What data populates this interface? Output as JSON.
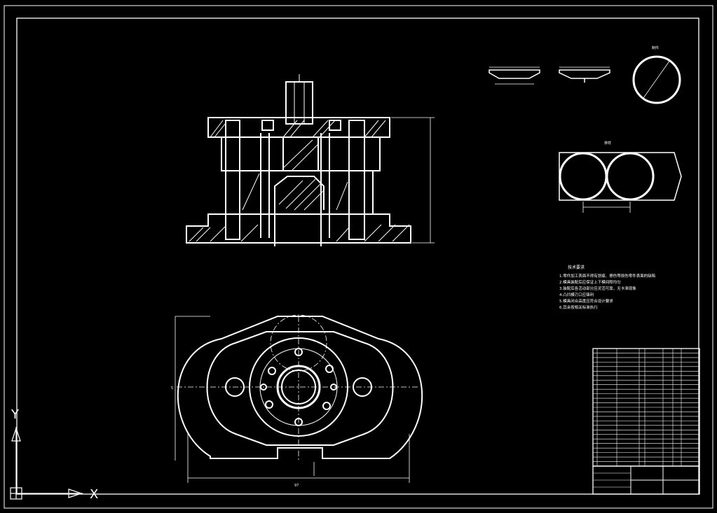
{
  "app": {
    "title": "",
    "background": "#000000",
    "line_color": "#ffffff",
    "dim_color": "#cfcfcf"
  },
  "tech_notes": {
    "heading": "技术要求",
    "lines": [
      "1.零件加工表面不得有划痕、擦伤等损伤零件表面的缺陷",
      "2.模具装配后应保证上下模间隙均匀",
      "3.装配后各活动部分应灵活可靠，无卡滞现象",
      "4.凸凹模刃口应锋利",
      "5.模具闭合高度应符合设计要求",
      "6.其余按相关标准执行"
    ]
  },
  "drawing": {
    "view_labels": [
      "制件",
      "排样"
    ],
    "dimensions": [
      "97",
      "5"
    ],
    "bom_row_count": 26,
    "title_block_label": ""
  },
  "ucs_icon": {
    "x_label": "X",
    "y_label": "Y"
  }
}
